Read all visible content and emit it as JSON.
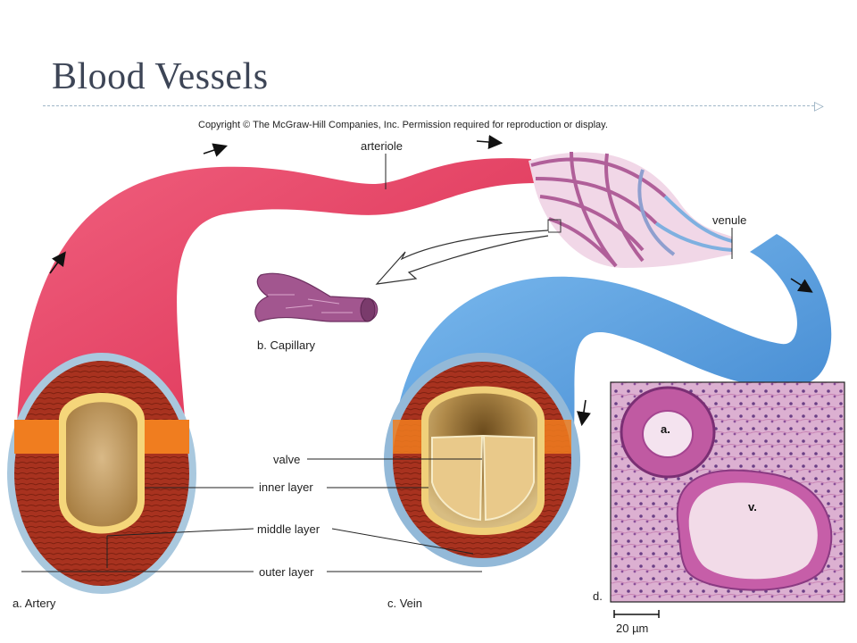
{
  "slide": {
    "title": "Blood Vessels",
    "copyright": "Copyright © The McGraw-Hill Companies, Inc. Permission required for reproduction or display."
  },
  "labels": {
    "arteriole": "arteriole",
    "venule": "venule",
    "capillary": "b. Capillary",
    "artery": "a. Artery",
    "vein": "c. Vein",
    "valve": "valve",
    "inner_layer": "inner layer",
    "middle_layer": "middle layer",
    "outer_layer": "outer layer"
  },
  "micrograph": {
    "panel": "d.",
    "artery_mark": "a.",
    "vein_mark": "v.",
    "scale": "20 µm"
  },
  "colors": {
    "artery": "#e23f61",
    "vein": "#5fa3e0",
    "capillary": "#b05f99",
    "tissue": "#d7a8cc"
  }
}
